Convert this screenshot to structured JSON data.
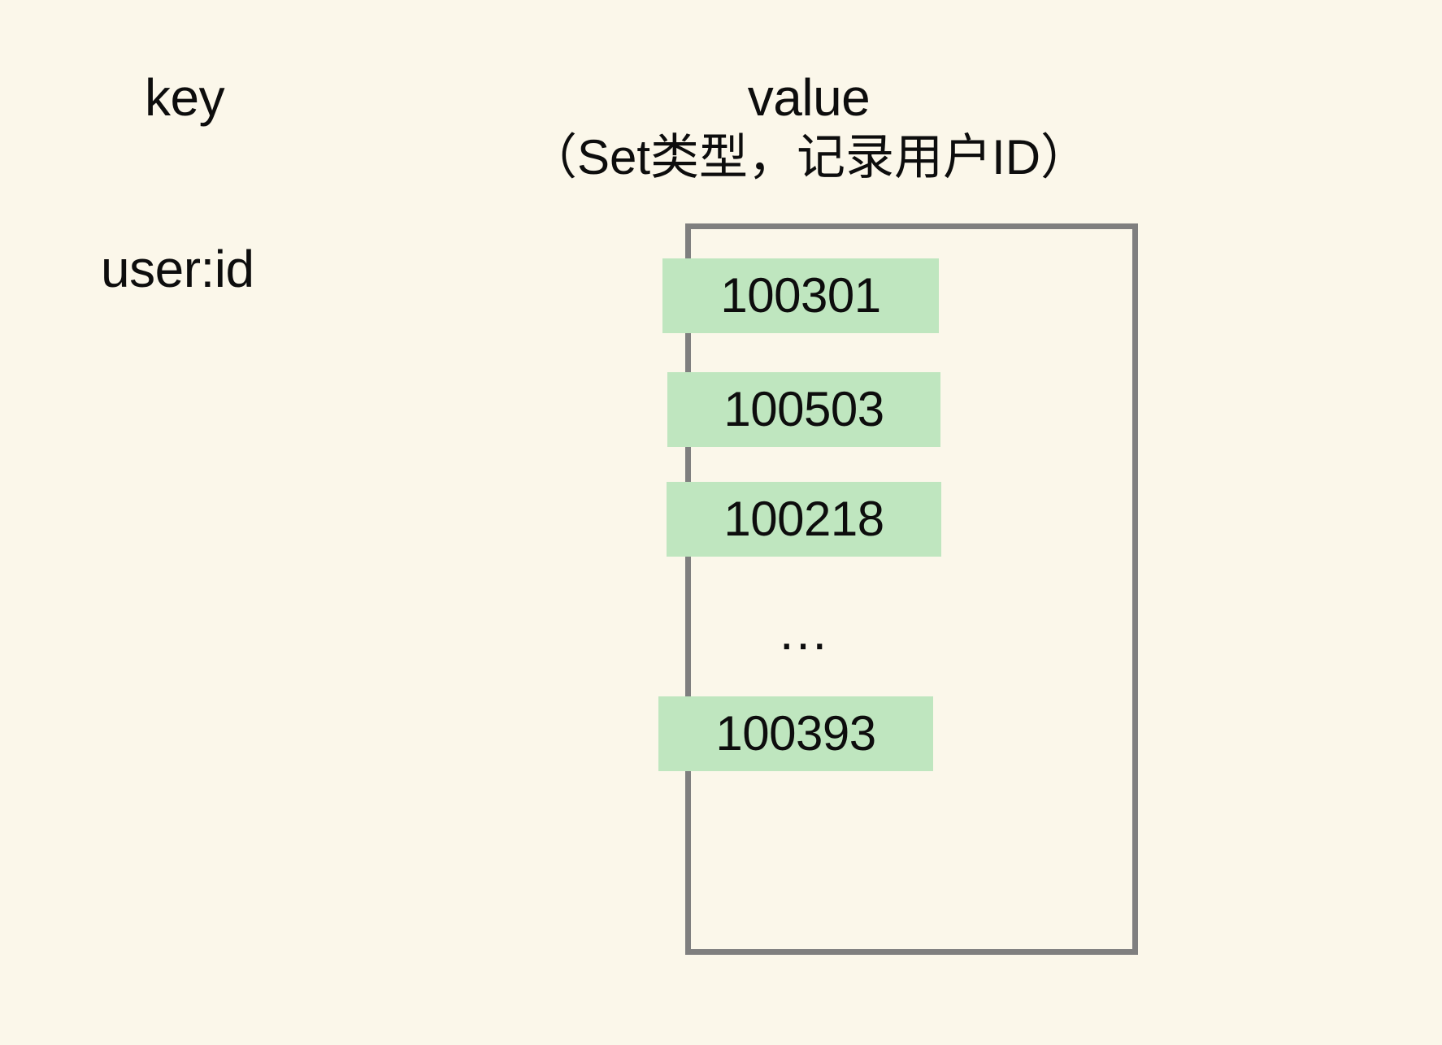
{
  "diagram": {
    "type": "redis-set-key-value-illustration",
    "background_color": "#fbf7ea",
    "columns": {
      "key_header": "key",
      "value_header": "value",
      "value_header_subtitle": "（Set类型，记录用户ID）"
    },
    "key_row": {
      "key_name": "user:id"
    },
    "value_box": {
      "border_color": "#7f7f7f",
      "chip_color": "#bfe6bf",
      "members": [
        {
          "id": "100301"
        },
        {
          "id": "100503"
        },
        {
          "id": "100218"
        },
        {
          "id": "100393"
        }
      ],
      "truncation_marker": "…"
    }
  }
}
